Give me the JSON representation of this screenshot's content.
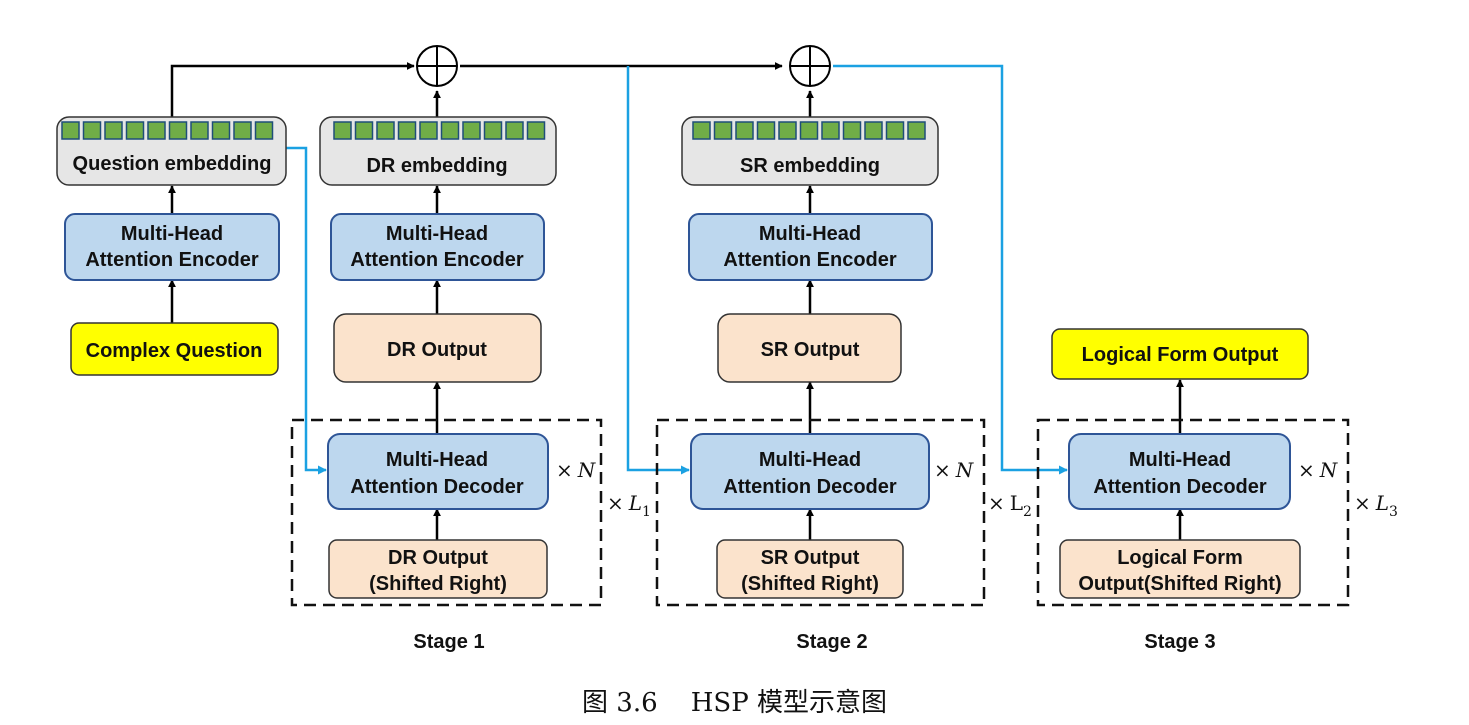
{
  "nodes": {
    "question_embedding": "Question embedding",
    "dr_embedding": "DR embedding",
    "sr_embedding": "SR embedding",
    "encoder_line1": "Multi-Head",
    "encoder_line2": "Attention Encoder",
    "decoder_line1": "Multi-Head",
    "decoder_line2": "Attention Decoder",
    "complex_question": "Complex Question",
    "dr_output": "DR Output",
    "sr_output": "SR Output",
    "lf_output": "Logical Form Output",
    "dr_shifted_line1": "DR Output",
    "dr_shifted_line2": "(Shifted Right)",
    "sr_shifted_line1": "SR Output",
    "sr_shifted_line2": "(Shifted Right)",
    "lf_shifted_line1": "Logical Form",
    "lf_shifted_line2": "Output(Shifted Right)"
  },
  "repeat_labels": {
    "times": "×",
    "n": "N",
    "l_main_1": "L",
    "l_sub_1": "1",
    "l_main_2": "L",
    "l_sub_2": "2",
    "l_main_3": "L",
    "l_sub_3": "3"
  },
  "stages": [
    "Stage 1",
    "Stage 2",
    "Stage 3"
  ],
  "caption": {
    "figure_label": "图 3.6",
    "title": "HSP 模型示意图"
  },
  "colors": {
    "embedding_fill": "#e6e6e6",
    "token_fill": "#70ad47",
    "token_stroke": "#1f4e79",
    "attention_fill": "#bdd7ee",
    "attention_stroke": "#2e5597",
    "output_fill": "#fbe3cc",
    "input_fill": "#ffff00",
    "skip_arrow": "#1ba1e2",
    "main_arrow": "#000000"
  }
}
